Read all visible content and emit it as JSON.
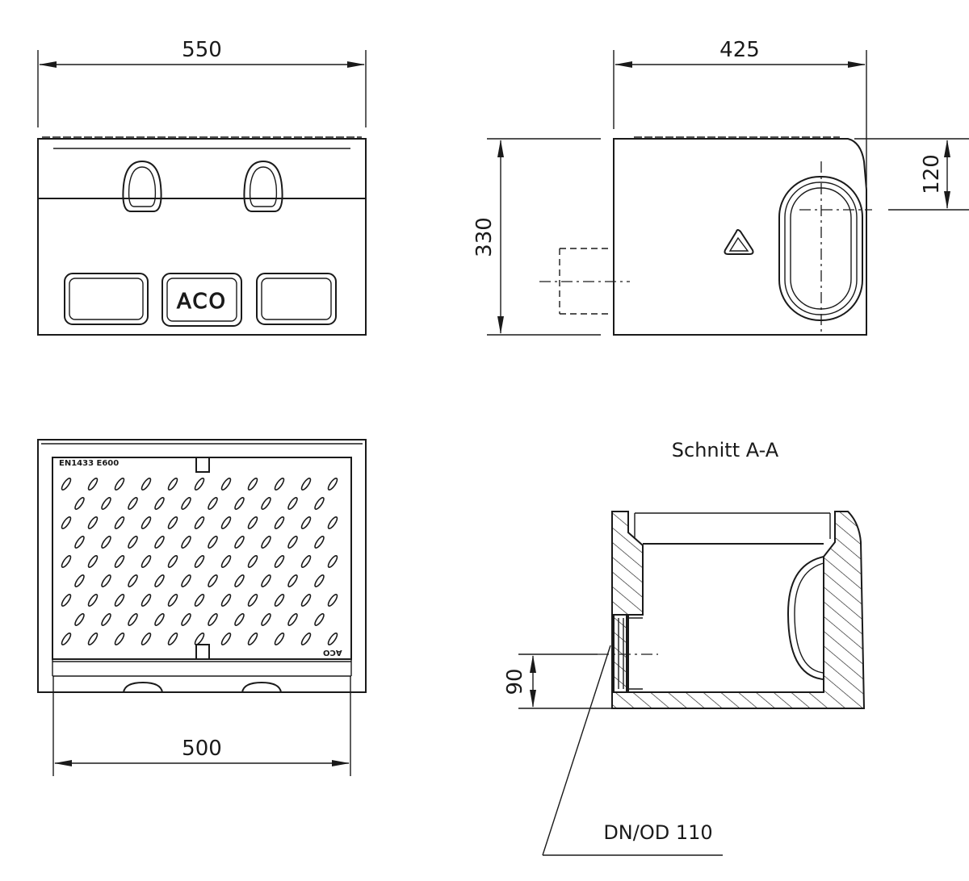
{
  "dimensions": {
    "front_width": "550",
    "side_depth": "425",
    "side_height": "330",
    "outlet_offset": "120",
    "grate_width": "500",
    "inlet_height": "90"
  },
  "labels": {
    "section_title": "Schnitt A-A",
    "pipe_spec": "DN/OD 110",
    "grate_marking": "EN1433 E600",
    "grate_logo": "ACO",
    "front_logo": "ACO"
  },
  "icons": [
    "arrow-head-icon",
    "hatch-pattern",
    "diamond-slot-pattern"
  ]
}
